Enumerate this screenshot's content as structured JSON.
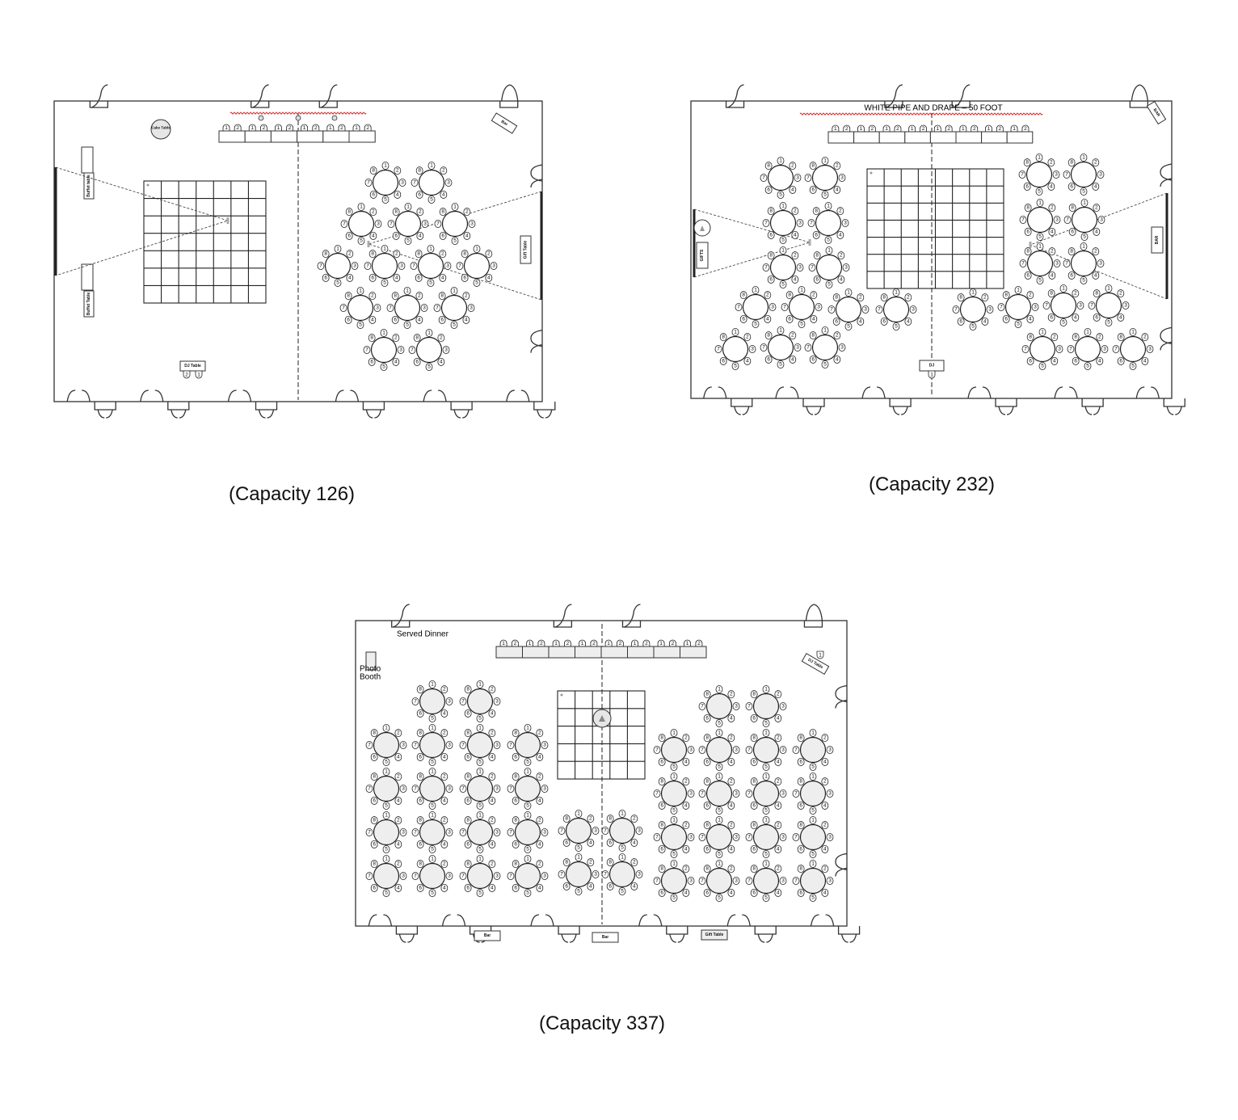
{
  "plans": [
    {
      "caption": "(Capacity 126)",
      "labels": {
        "cake_table": "Cake Table",
        "buffet_1": "Buffet table",
        "buffet_2": "Buffet Table",
        "bar": "Bar",
        "gift_table": "Gift Table",
        "dj_table": "DJ Table"
      },
      "dj_seats": [
        "2",
        "1"
      ]
    },
    {
      "caption": "(Capacity 232)",
      "labels": {
        "title": "WHITE PIPE AND DRAPE – 50 FOOT",
        "gifts": "GIFTS",
        "bar": "BAR",
        "bar_top": "BAR",
        "dj": "DJ"
      },
      "dj_seats": [
        "1"
      ]
    },
    {
      "caption": "(Capacity 337)",
      "labels": {
        "served_dinner": "Served Dinner",
        "photo": "Photo",
        "booth": "Booth",
        "dj_table": "DJ Table",
        "bar_1": "Bar",
        "bar_2": "Bar",
        "gift_table": "Gift Table"
      },
      "dj_seats": [
        "1"
      ]
    }
  ],
  "round_table_seats": [
    "1",
    "2",
    "3",
    "4",
    "5",
    "6",
    "7",
    "8"
  ],
  "head_table_seats": [
    "1",
    "2"
  ],
  "colors": {
    "drape": "#d62020",
    "table_fill_plan3": "#eeeeee",
    "line": "#222222"
  }
}
